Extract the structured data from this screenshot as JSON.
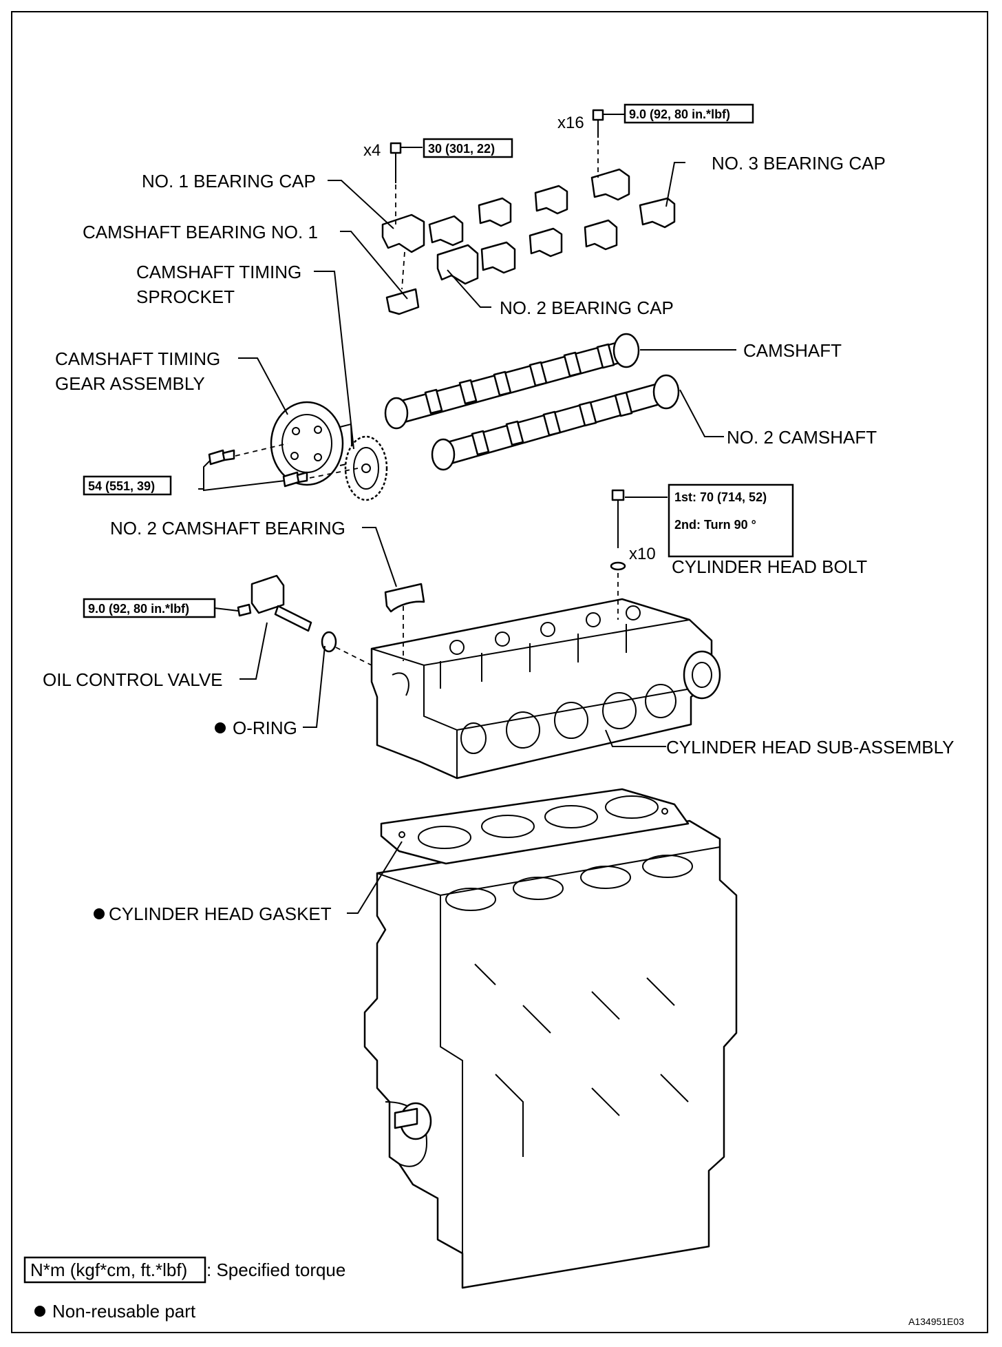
{
  "labels": {
    "no1_bearing_cap": "NO. 1 BEARING CAP",
    "no3_bearing_cap": "NO. 3 BEARING CAP",
    "camshaft_bearing_no1": "CAMSHAFT BEARING NO. 1",
    "camshaft_timing_sprocket_l1": "CAMSHAFT TIMING",
    "camshaft_timing_sprocket_l2": "SPROCKET",
    "no2_bearing_cap": "NO. 2 BEARING CAP",
    "camshaft_timing_gear_l1": "CAMSHAFT TIMING",
    "camshaft_timing_gear_l2": "GEAR ASSEMBLY",
    "camshaft": "CAMSHAFT",
    "no2_camshaft": "NO. 2 CAMSHAFT",
    "no2_camshaft_bearing": "NO. 2 CAMSHAFT BEARING",
    "cylinder_head_bolt": "CYLINDER HEAD BOLT",
    "oil_control_valve": "OIL CONTROL VALVE",
    "o_ring": "O-RING",
    "cylinder_head_sub_assembly": "CYLINDER HEAD SUB-ASSEMBLY",
    "cylinder_head_gasket": "CYLINDER HEAD GASKET"
  },
  "torques": {
    "bearing_cap_no1": "30 (301, 22)",
    "bearing_cap_bolts": "9.0 (92, 80 in.*lbf)",
    "timing_gear": "54 (551, 39)",
    "head_bolt_1st": "1st: 70 (714, 52)",
    "head_bolt_2nd": "2nd: Turn 90 °",
    "oil_control_valve": "9.0 (92, 80 in.*lbf)"
  },
  "counts": {
    "bearing_cap_no1": "x4",
    "bearing_cap_bolts": "x16",
    "head_bolts": "x10"
  },
  "legend": {
    "torque_unit": "N*m (kgf*cm, ft.*lbf)",
    "torque_desc": ": Specified torque",
    "non_reusable": "Non-reusable part"
  },
  "figure_code": "A134951E03"
}
